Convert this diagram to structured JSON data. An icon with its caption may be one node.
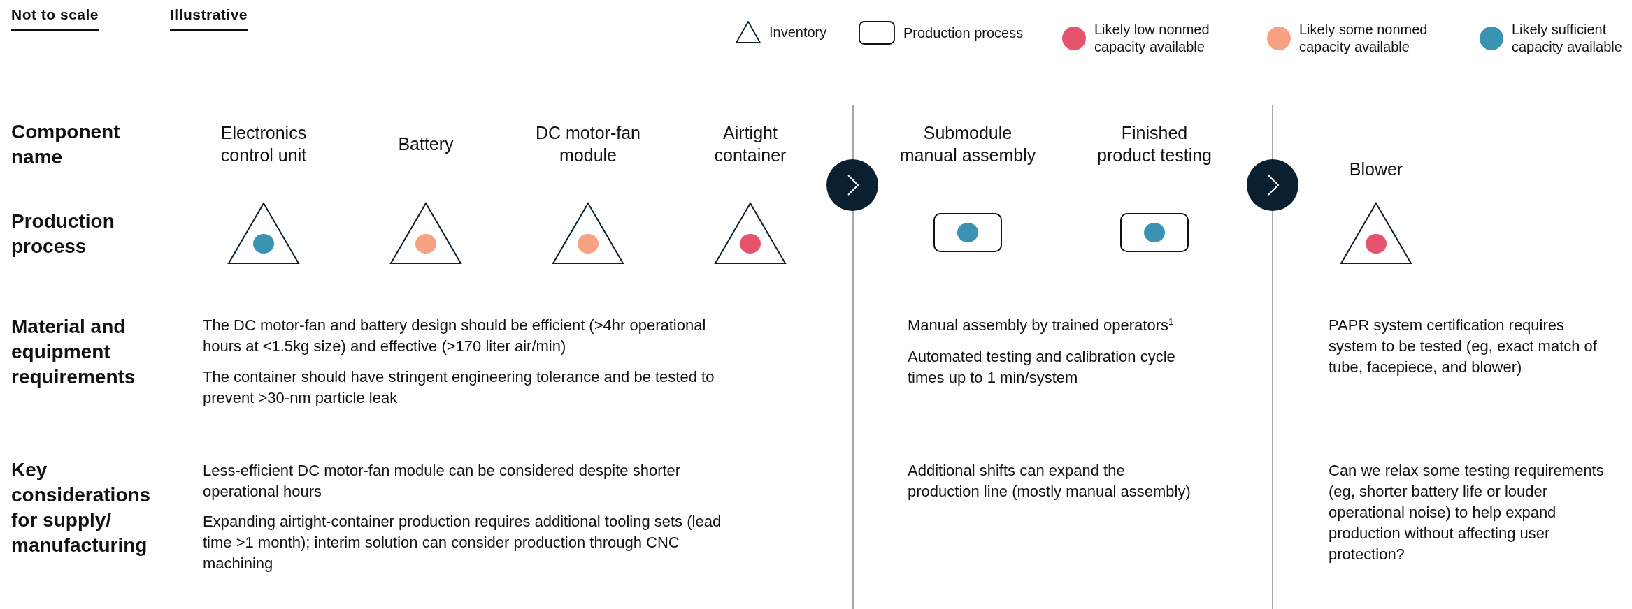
{
  "diagram": {
    "nodes": [
      {
        "text": [
          "Electronics control unit"
        ]
      },
      {
        "text": [
          "Battery"
        ]
      },
      {
        "text": [
          "DC motor-fan module"
        ]
      },
      {
        "text": [
          "Airtight container"
        ]
      },
      {
        "text": [],
        "shape": "circle"
      },
      {
        "text": [
          "Submodule manual assembly"
        ]
      },
      {
        "text": [
          "Finished product testing"
        ]
      },
      {
        "text": [],
        "shape": "circle"
      },
      {
        "text": [
          "Blower"
        ]
      }
    ],
    "labels": [
      "Not to scale",
      "Illustrative",
      "Component name",
      "Production process",
      "Material and equipment requirements",
      "The DC motor-fan and battery design should be efficient (>4hr operational hours at <1.5kg size) and effective (>170 liter air/min)",
      "Manual assembly by trained operators$^{1}$",
      "PAPR system certification requires system to be tested (eg, exact match of tube, facepiece, and blower)",
      "Automated testing and calibration cycle times up to 1 min/system",
      "The container should have stringent engineering tolerance and be tested to prevent >30-nm particle leak",
      "Key considerations for supply/ manufacturing",
      "Less-efficient DC motor-fan module can be considered despite shorter operational hours",
      "Additional shifts can expand the production line (mostly manual assembly)",
      "Can we relax some testing requirements (eg, shorter battery life or louder operational noise) to help expand production without affecting user protection?",
      "Expanding airtight-container production requires additional tooling sets (lead time >1 month); interim solution can consider production through CNC machining"
    ],
    "legend": [
      {
        "text": "Inventory"
      },
      {
        "text": "Production process"
      },
      {
        "text": "Likely low nonmed capacity available",
        "color": "#e5546c"
      },
      {
        "text": "Likely some nonmed capacity available",
        "color": "#f9a283"
      },
      {
        "text": "Likely sufficient capacity available",
        "color": "#3b93b4"
      }
    ]
  }
}
